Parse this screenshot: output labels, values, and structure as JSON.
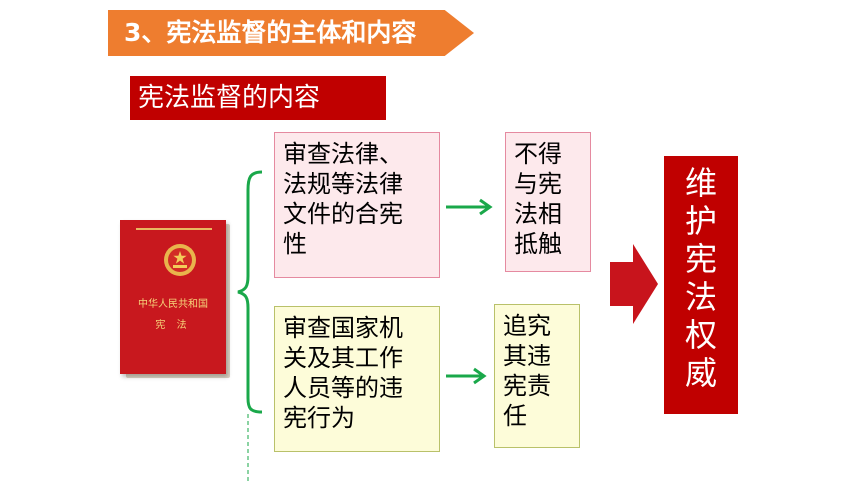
{
  "title": "3、宪法监督的主体和内容",
  "subtitle": "宪法监督的内容",
  "book": {
    "title": "中华人民共和国",
    "subtitle": "宪 法"
  },
  "boxes": {
    "review_laws": [
      "审查法律、",
      "法规等法律",
      "文件的合宪",
      "性"
    ],
    "no_conflict": [
      "不得",
      "与宪",
      "法相",
      "抵触"
    ],
    "review_acts": [
      "审查国家机",
      "关及其工作",
      "人员等的违",
      "宪行为"
    ],
    "accountability": [
      "追究",
      "其违",
      "宪责",
      "任"
    ],
    "conclusion": [
      "维",
      "护",
      "宪",
      "法",
      "权",
      "威"
    ]
  },
  "colors": {
    "title_banner": "#ee7d2f",
    "subtitle_bg": "#c00000",
    "green_arrow": "#1aa84a",
    "red_arrow": "#c8141c",
    "pink_box": "#fde9ec",
    "yellow_box": "#fdfcd9",
    "conclusion_bg": "#c00000"
  }
}
